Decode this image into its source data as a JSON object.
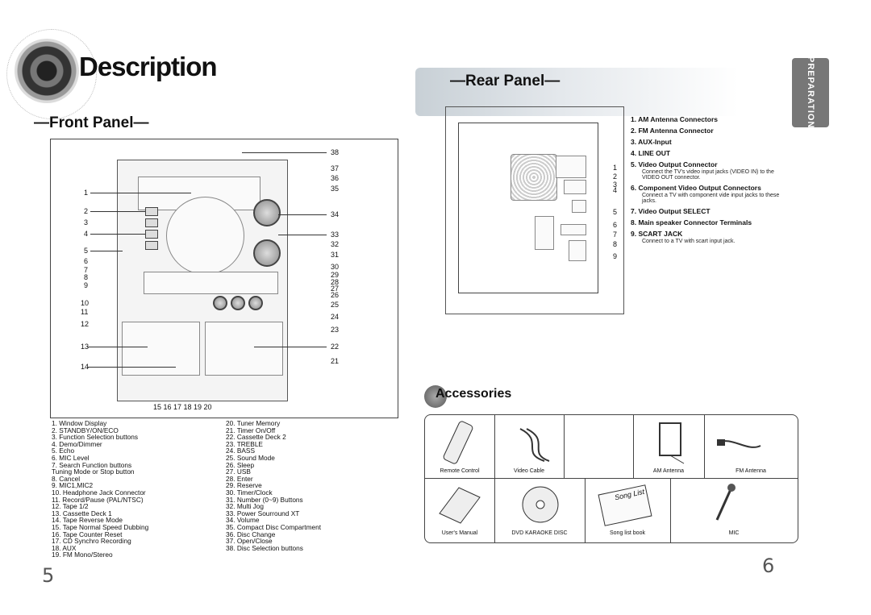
{
  "page_title": "Description",
  "side_tab": "PREPARATION",
  "front_panel": {
    "heading": "Front Panel",
    "callouts_left": [
      "1",
      "2",
      "3",
      "4",
      "5",
      "6",
      "7",
      "8",
      "9",
      "10",
      "11",
      "12",
      "13",
      "14"
    ],
    "callouts_right": [
      "38",
      "37",
      "36",
      "35",
      "34",
      "33",
      "32",
      "31",
      "30",
      "29",
      "28",
      "27",
      "26",
      "25",
      "24",
      "23",
      "22",
      "21"
    ],
    "callouts_bottom": "15  16  17 18 19 20",
    "list_col1": [
      "1.    Window Display",
      "2.    STANDBY/ON/ECO",
      "3.    Function Selection buttons",
      "4.    Demo/Dimmer",
      "5.    Echo",
      "6.    MIC Level",
      "7.    Search Function buttons",
      "      Tuning Mode or Stop button",
      "8.    Cancel",
      "9.    MIC1,MIC2",
      "10.    Headphone Jack Connector",
      "11.   Record/Pause (PAL/NTSC)",
      "12.   Tape 1/2",
      "13.   Cassette Deck 1",
      "14.   Tape Reverse Mode",
      "15.   Tape Normal Speed Dubbing",
      "16.   Tape Counter Reset",
      "17.   CD Synchro Recording",
      "18.   AUX",
      "19.   FM Mono/Stereo"
    ],
    "list_col2": [
      "20.   Tuner Memory",
      "21.   Timer On/Off",
      "22.   Cassette Deck 2",
      "23.   TREBLE",
      "24.   BASS",
      "25.   Sound Mode",
      "26.   Sleep",
      "27.   USB",
      "28.   Enter",
      "29.   Reserve",
      "30.   Timer/Clock",
      "31.   Number (0~9) Buttons",
      "32.   Multi Jog",
      "33.   Power Sourround XT",
      "34.   Volume",
      "35.   Compact Disc Compartment",
      "36.   Disc Change",
      "37.   Open/Close",
      "38.   Disc Selection buttons"
    ]
  },
  "rear_panel": {
    "heading": "Rear Panel",
    "callouts": [
      "1",
      "2",
      "3",
      "4",
      "5",
      "6",
      "7",
      "8",
      "9"
    ],
    "items": [
      {
        "label": "1.  AM Antenna Connectors"
      },
      {
        "label": "2.  FM Antenna Connector"
      },
      {
        "label": "3.  AUX-Input"
      },
      {
        "label": "4.  LINE OUT"
      },
      {
        "label": "5.  Video Output Connector",
        "note": "Connect the TV's video input jacks (VIDEO IN) to the VIDEO OUT connector."
      },
      {
        "label": "6.  Component Video Output Connectors",
        "note": "Connect a TV with component vide input jacks to these jacks."
      },
      {
        "label": "7.  Video Output SELECT"
      },
      {
        "label": "8.  Main speaker Connector Terminals"
      },
      {
        "label": "9. SCART JACK",
        "note": "Connect to a TV with scart input jack."
      }
    ]
  },
  "accessories": {
    "heading": "Accessories",
    "row1": [
      "Remote Control",
      "Video Cable",
      "",
      "AM Antenna",
      "FM Antenna"
    ],
    "row2": [
      "User's Manual",
      "DVD KARAOKE DISC",
      "Song list book",
      "MIC"
    ],
    "song_list_text": "Song List"
  },
  "page_left": "5",
  "page_right": "6"
}
